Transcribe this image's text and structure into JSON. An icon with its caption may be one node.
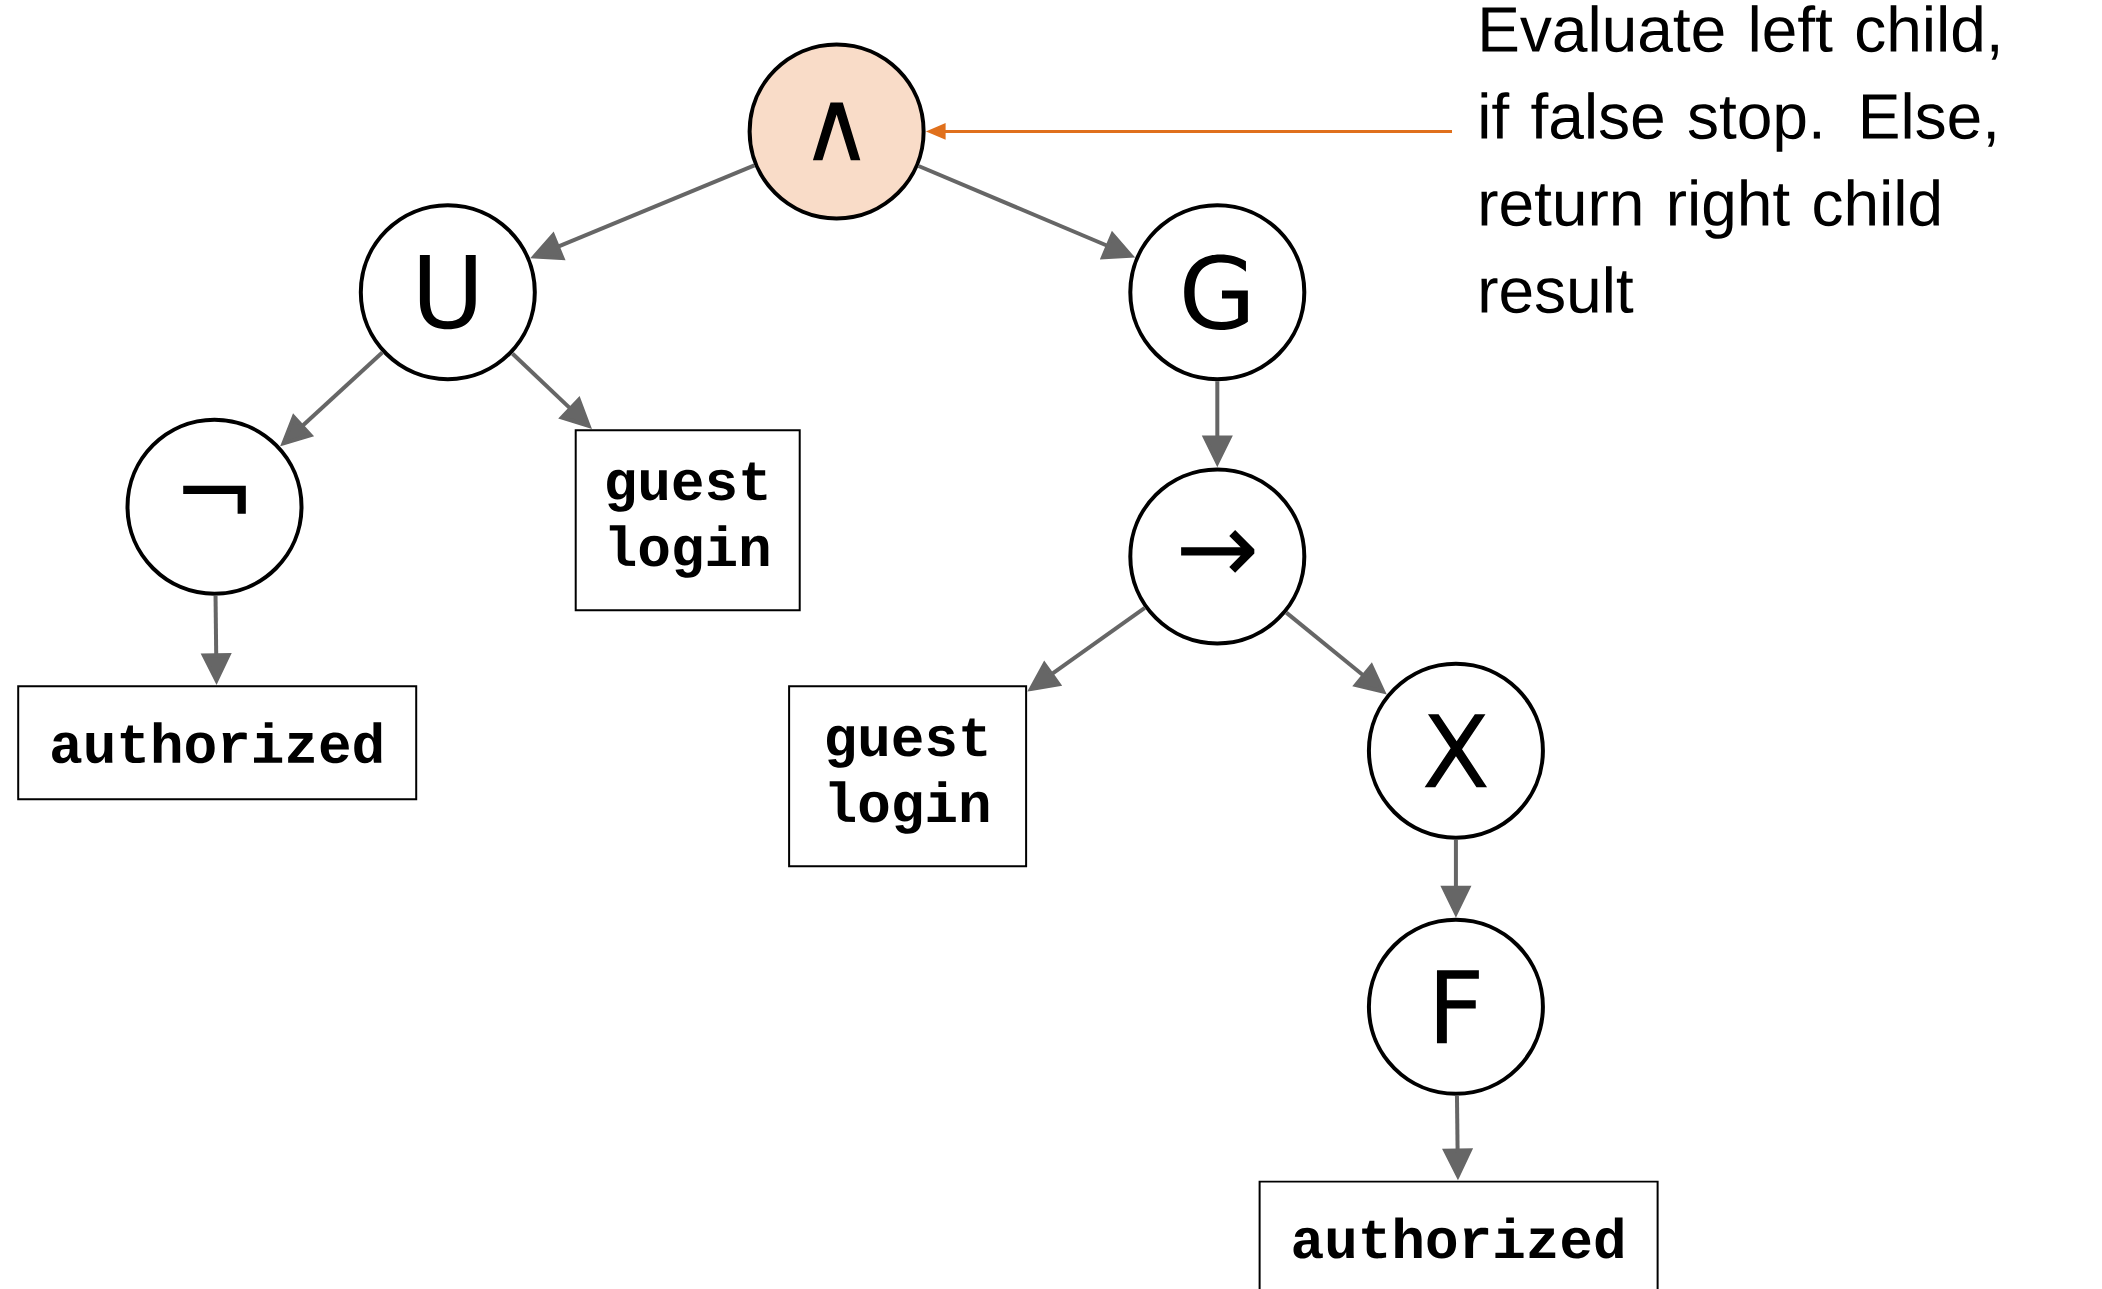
{
  "diagram": {
    "nodes": [
      {
        "text": [
          "∧"
        ]
      },
      {
        "text": [
          "U"
        ]
      },
      {
        "text": [
          "G"
        ]
      },
      {
        "text": [
          "¬"
        ]
      },
      {
        "text": [
          "guest login"
        ]
      },
      {
        "text": [
          "authorized"
        ]
      },
      {
        "text": [
          "→"
        ]
      },
      {
        "text": [
          "guest login"
        ]
      },
      {
        "text": [
          "X"
        ]
      },
      {
        "text": [
          "F"
        ]
      },
      {
        "text": [
          "authorized"
        ]
      },
      {
        "text": [
          "Evaluate left child, if false stop. Else, return right child result"
        ]
      }
    ],
    "edges": [
      {
        "from": 0,
        "to": 1,
        "arrow": "to"
      },
      {
        "from": 0,
        "to": 2,
        "arrow": "to"
      },
      {
        "from": 1,
        "to": 3,
        "arrow": "to"
      },
      {
        "from": 1,
        "to": 4,
        "arrow": "to"
      },
      {
        "from": 3,
        "to": 5,
        "arrow": "to"
      },
      {
        "from": 2,
        "to": 6,
        "arrow": "to"
      },
      {
        "from": 6,
        "to": 7,
        "arrow": "to"
      },
      {
        "from": 6,
        "to": 8,
        "arrow": "to"
      },
      {
        "from": 8,
        "to": 9,
        "arrow": "to"
      },
      {
        "from": 9,
        "to": 10,
        "arrow": "to"
      },
      {
        "from": 11,
        "to": 0,
        "arrow": "to",
        "color": "#e0701c"
      }
    ]
  }
}
